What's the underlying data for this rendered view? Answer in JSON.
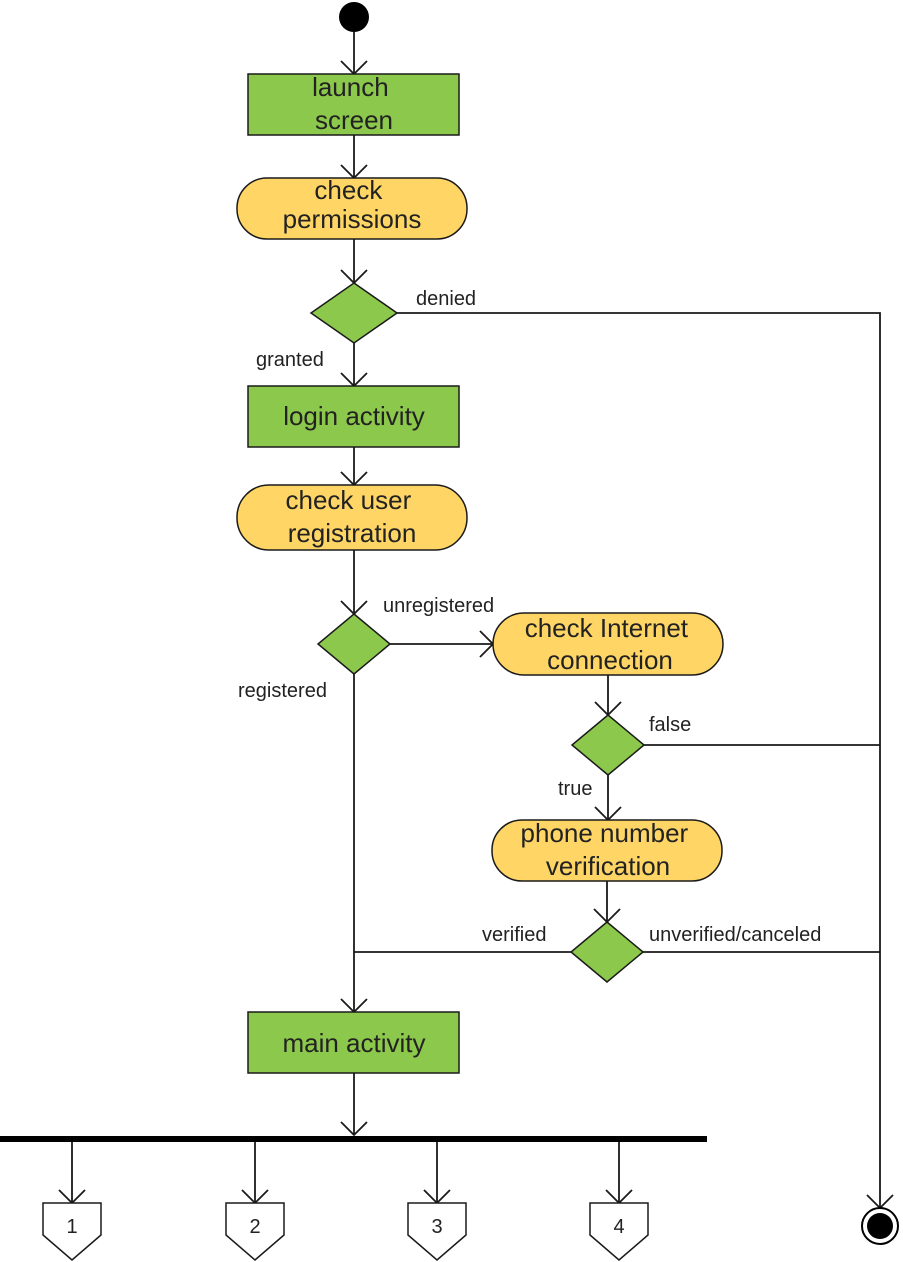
{
  "colors": {
    "action_fill": "#8cc84b",
    "check_fill": "#ffd666",
    "decision_fill": "#8cc84b",
    "stroke": "#1a1a1a"
  },
  "nodes": {
    "launch_screen": [
      "launch",
      "screen"
    ],
    "check_permissions": [
      "check",
      "permissions"
    ],
    "login_activity": [
      "login activity"
    ],
    "check_user_registration": [
      "check user",
      "registration"
    ],
    "check_internet_connection": [
      "check Internet",
      "connection"
    ],
    "phone_number_verification": [
      "phone number",
      "verification"
    ],
    "main_activity": [
      "main activity"
    ]
  },
  "edges": {
    "denied": "denied",
    "granted": "granted",
    "unregistered": "unregistered",
    "registered": "registered",
    "false": "false",
    "true": "true",
    "verified": "verified",
    "unverified_canceled": "unverified/canceled"
  },
  "connectors": [
    "1",
    "2",
    "3",
    "4"
  ]
}
